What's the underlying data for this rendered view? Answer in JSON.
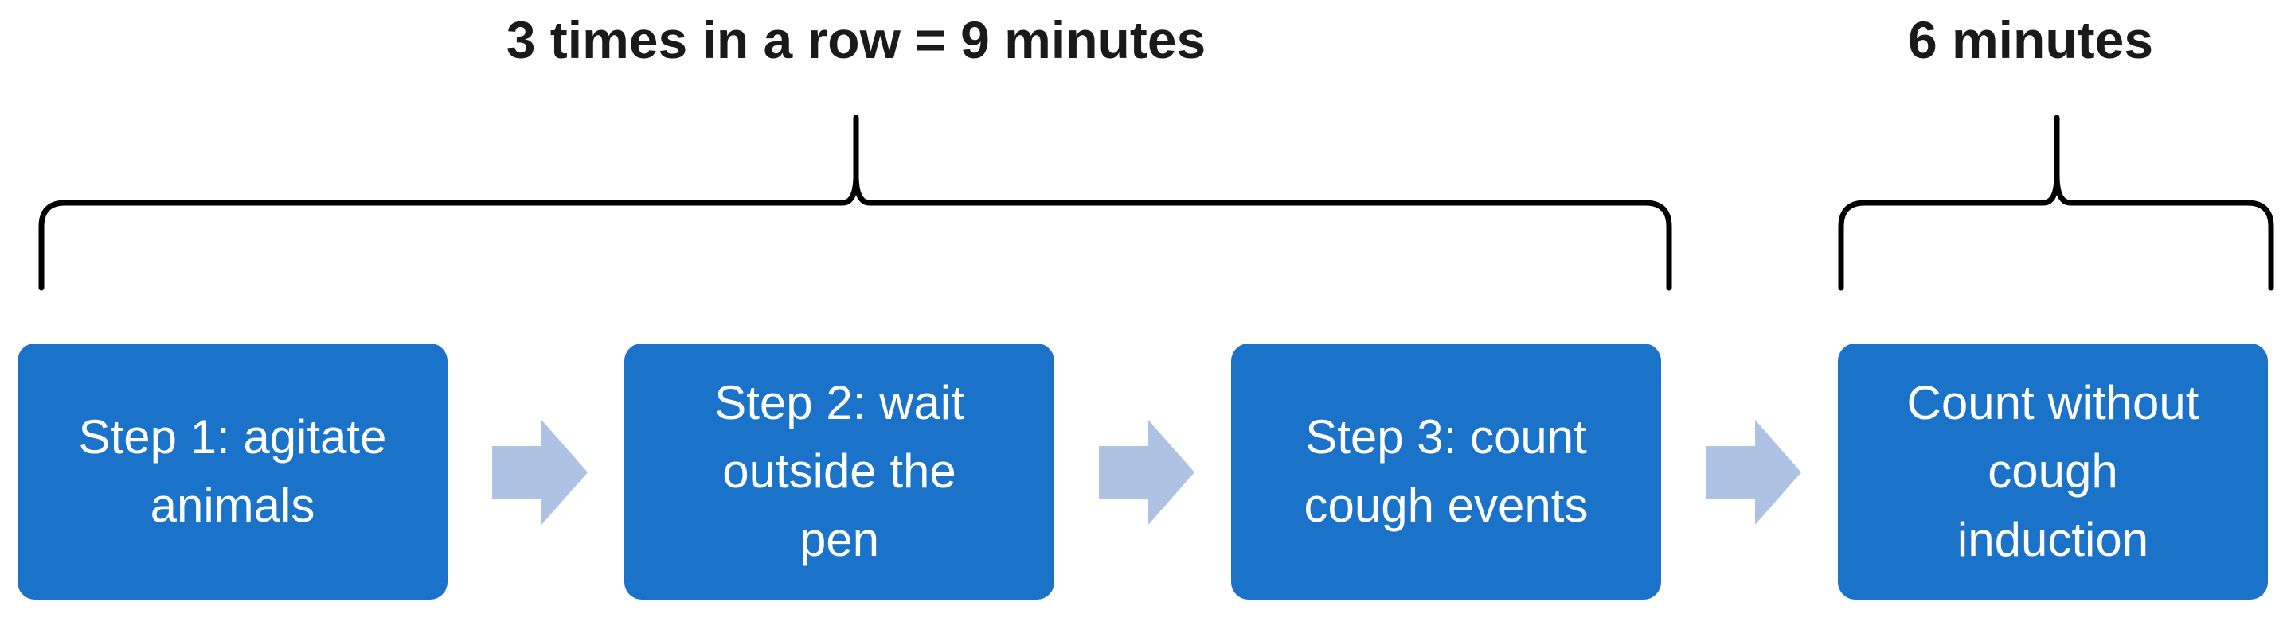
{
  "headings": {
    "repeat_label": "3 times in a row = 9 minutes",
    "duration_label": "6 minutes"
  },
  "steps": [
    {
      "label": "Step 1: agitate\nanimals"
    },
    {
      "label": "Step 2: wait\noutside the\npen"
    },
    {
      "label": "Step 3: count\ncough events"
    },
    {
      "label": "Count without\ncough\ninduction"
    }
  ],
  "colors": {
    "box_fill": "#1a72c9",
    "box_text": "#ffffff",
    "arrow_fill": "#aec2e3",
    "brace_stroke": "#000000",
    "heading_text": "#1a1a1a"
  }
}
